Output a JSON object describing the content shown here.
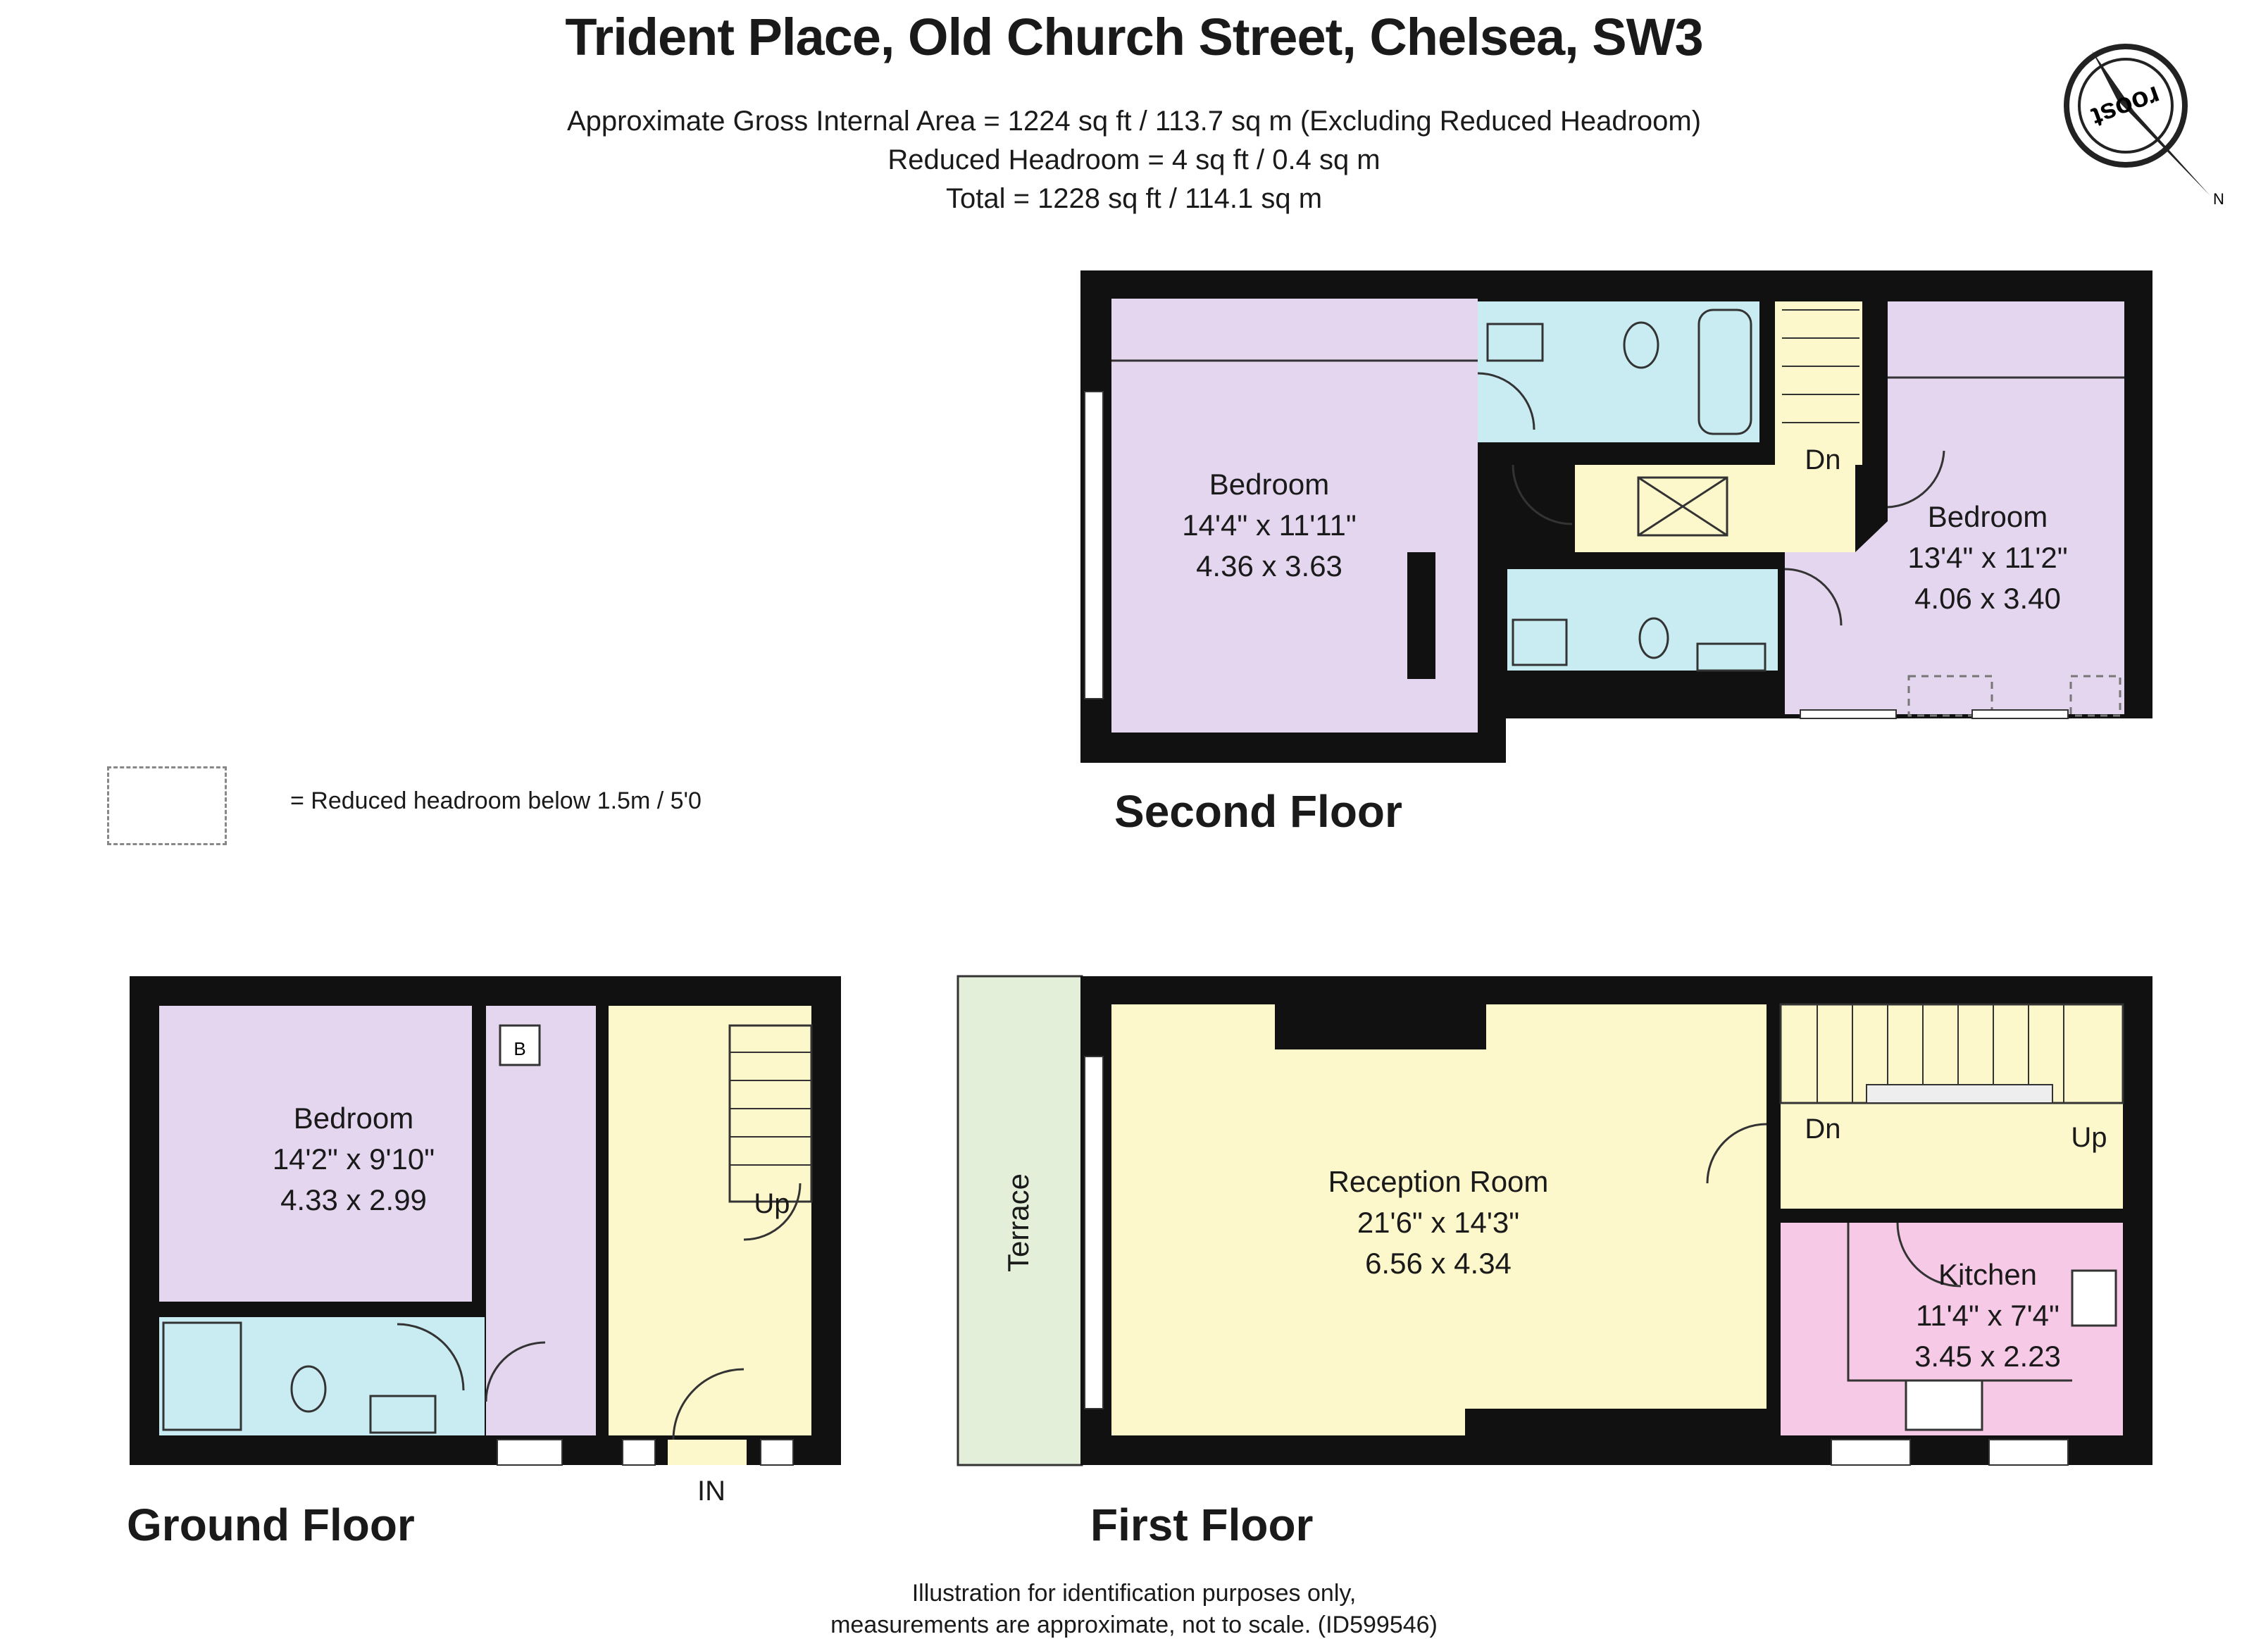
{
  "header": {
    "title": "Trident Place, Old Church Street, Chelsea, SW3",
    "area_line1": "Approximate Gross Internal Area =  1224 sq ft / 113.7 sq m (Excluding Reduced Headroom)",
    "area_line2": "Reduced Headroom =  4 sq ft / 0.4 sq m",
    "area_line3": "Total = 1228 sq ft / 114.1 sq m"
  },
  "legend": {
    "text": "= Reduced headroom below 1.5m / 5'0"
  },
  "floors": {
    "second": {
      "label": "Second Floor",
      "bedroom1": {
        "name": "Bedroom",
        "imperial": "14'4\" x 11'11\"",
        "metric": "4.36 x 3.63"
      },
      "bedroom2": {
        "name": "Bedroom",
        "imperial": "13'4\" x 11'2\"",
        "metric": "4.06 x 3.40"
      },
      "stairs": "Dn"
    },
    "ground": {
      "label": "Ground Floor",
      "bedroom": {
        "name": "Bedroom",
        "imperial": "14'2\" x 9'10\"",
        "metric": "4.33 x 2.99"
      },
      "boiler": "B",
      "stairs": "Up",
      "entrance": "IN"
    },
    "first": {
      "label": "First Floor",
      "terrace": "Terrace",
      "reception": {
        "name": "Reception Room",
        "imperial": "21'6\" x 14'3\"",
        "metric": "6.56 x 4.34"
      },
      "kitchen": {
        "name": "Kitchen",
        "imperial": "11'4\" x 7'4\"",
        "metric": "3.45 x 2.23"
      },
      "stairs_down": "Dn",
      "stairs_up": "Up"
    }
  },
  "footer": {
    "line1": "Illustration for identification purposes only,",
    "line2": "measurements are approximate, not to scale. (ID599546)"
  },
  "logo": {
    "text": "roost"
  },
  "colors": {
    "wall": "#111111",
    "bedroom": "#e3d6ee",
    "living": "#fdf7cc",
    "bathroom": "#c9ecf3",
    "kitchen": "#f6c9e6",
    "terrace": "#e3efd9"
  }
}
